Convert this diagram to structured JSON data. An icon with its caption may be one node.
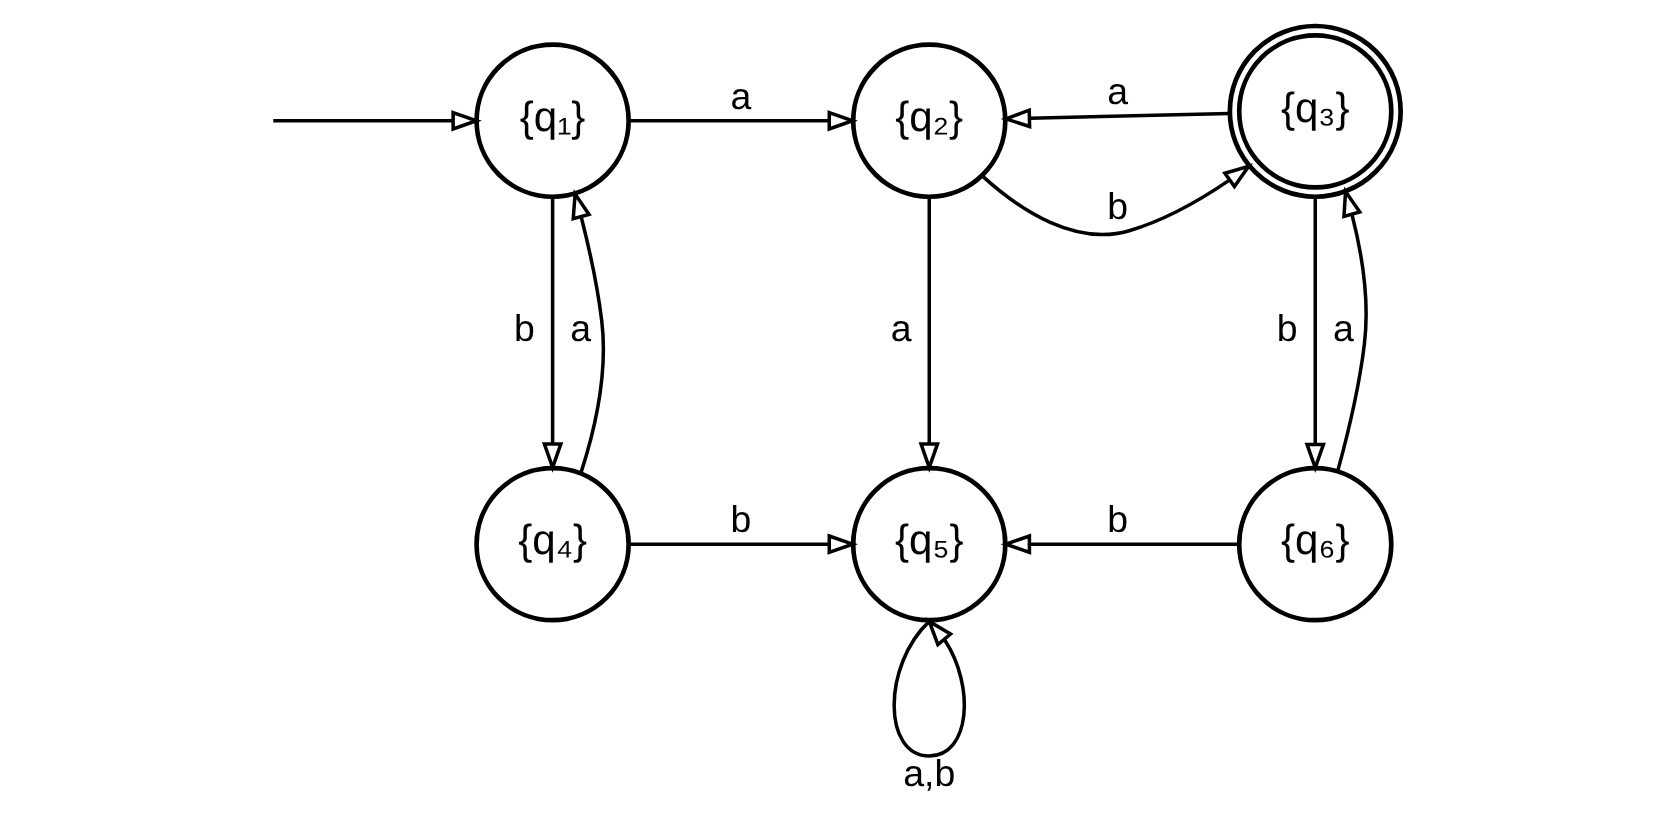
{
  "diagram": {
    "nodes": [
      {
        "text": [
          "{q₁}"
        ]
      },
      {
        "text": [
          "{q₂}"
        ]
      },
      {
        "text": [
          "{q₃}"
        ]
      },
      {
        "text": [
          "{q₄}"
        ]
      },
      {
        "text": [
          "{q₅}"
        ]
      },
      {
        "text": [
          "{q₆}"
        ]
      }
    ],
    "edges": [
      {
        "from": null,
        "to": 0,
        "arrow": "to"
      },
      {
        "from": 0,
        "to": 1,
        "arrow": "to",
        "label": "a"
      },
      {
        "from": 1,
        "to": 2,
        "arrow": "to",
        "label": "b"
      },
      {
        "from": 2,
        "to": 1,
        "arrow": "to",
        "label": "a"
      },
      {
        "from": 0,
        "to": 3,
        "arrow": "to",
        "label": "b"
      },
      {
        "from": 3,
        "to": 0,
        "arrow": "to",
        "label": "a"
      },
      {
        "from": 1,
        "to": 4,
        "arrow": "to",
        "label": "a"
      },
      {
        "from": 2,
        "to": 5,
        "arrow": "to",
        "label": "b"
      },
      {
        "from": 5,
        "to": 2,
        "arrow": "to",
        "label": "a"
      },
      {
        "from": 3,
        "to": 4,
        "arrow": "to",
        "label": "b"
      },
      {
        "from": 5,
        "to": 4,
        "arrow": "to",
        "label": "b"
      },
      {
        "from": 4,
        "to": 4,
        "arrow": "to",
        "label": "a,b"
      }
    ]
  }
}
